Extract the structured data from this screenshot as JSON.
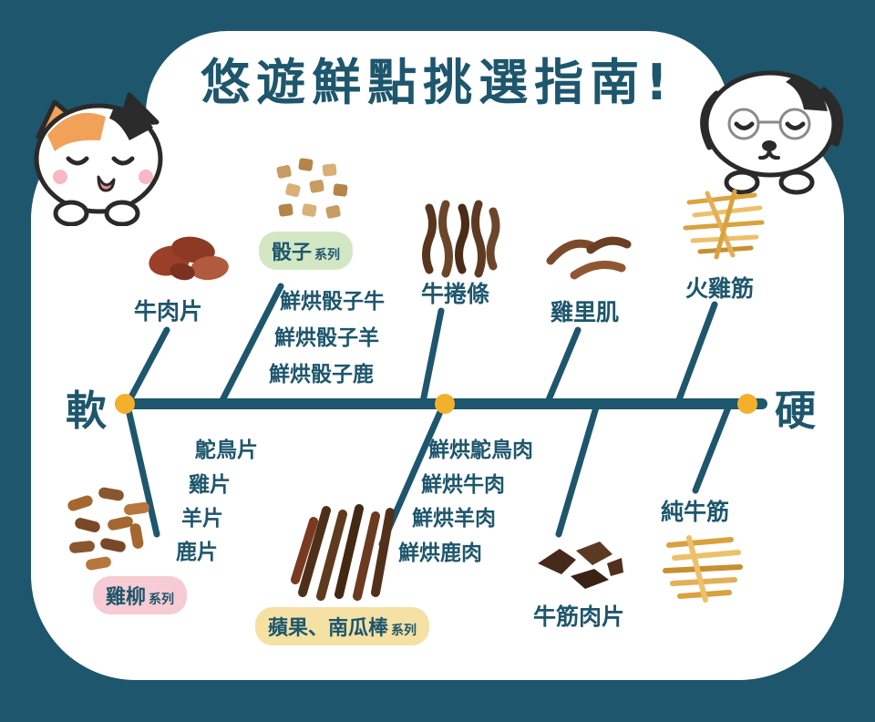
{
  "title": "悠遊鮮點挑選指南!",
  "axis": {
    "soft_label": "軟",
    "hard_label": "硬"
  },
  "top": {
    "beef_slice_label": "牛肉片",
    "dice_badge": "骰子",
    "dice_badge_suffix": "系列",
    "dice_items": [
      "鮮烘骰子牛",
      "鮮烘骰子羊",
      "鮮烘骰子鹿"
    ],
    "beef_roll_label": "牛捲條",
    "chicken_tenderloin_label": "雞里肌",
    "turkey_tendon_label": "火雞筋"
  },
  "bottom": {
    "chicken_fillet_badge": "雞柳",
    "chicken_fillet_suffix": "系列",
    "chicken_fillet_items": [
      "鴕鳥片",
      "雞片",
      "羊片",
      "鹿片"
    ],
    "stick_badge": "蘋果、南瓜棒",
    "stick_suffix": "系列",
    "stick_items": [
      "鮮烘鴕鳥肉",
      "鮮烘牛肉",
      "鮮烘羊肉",
      "鮮烘鹿肉"
    ],
    "tendon_slice_label": "牛筋肉片",
    "pure_tendon_label": "純牛筋"
  },
  "colors": {
    "background": "#1D566D",
    "ink": "#1D566D",
    "axis_dot": "#F3B02C",
    "badge_green": "#D3E7C5",
    "badge_pink": "#F7CBD3",
    "badge_yellow": "#F5E1A4"
  }
}
